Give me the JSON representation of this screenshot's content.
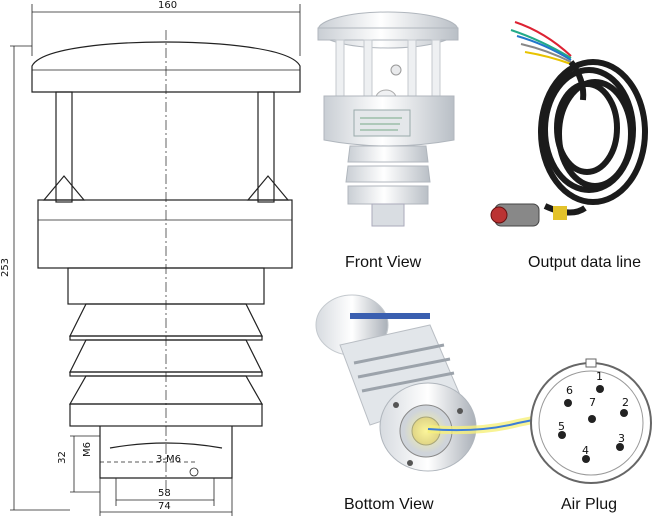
{
  "drawing": {
    "dim_top": "160",
    "dim_height": "253",
    "dim_bottom_inner": "58",
    "dim_bottom_outer": "74",
    "dim_side": "32",
    "thread_label": "M6",
    "hole_label": "3-M6"
  },
  "captions": {
    "front_view": "Front View",
    "output_data_line": "Output data line",
    "bottom_view": "Bottom View",
    "air_plug": "Air Plug"
  },
  "plug_pins": [
    "1",
    "2",
    "3",
    "4",
    "5",
    "6",
    "7"
  ],
  "colors": {
    "line": "#222222",
    "device_white": "#f2f4f6",
    "cable_black": "#1b1b1b",
    "glow": "#f6f07a"
  }
}
